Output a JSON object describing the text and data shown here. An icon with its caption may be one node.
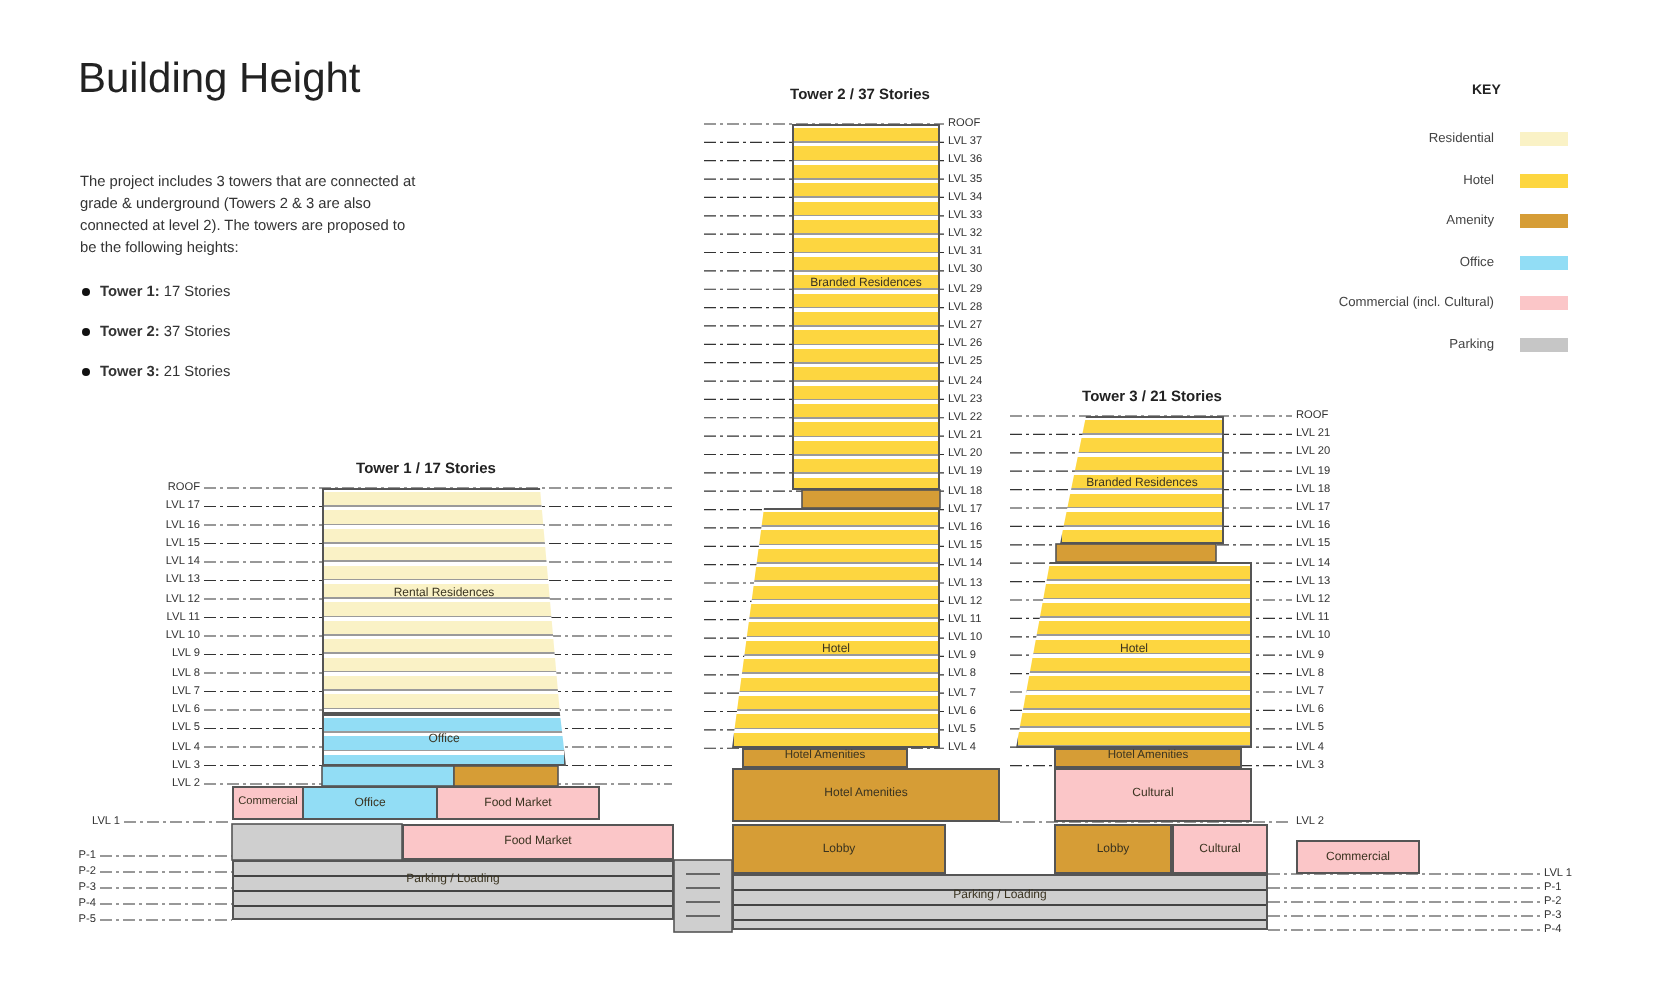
{
  "diagram": {
    "title": "Building Height",
    "nodes": [
      {
        "text": [
          "Rental Residences"
        ]
      },
      {
        "text": [
          "Office"
        ]
      },
      {
        "text": [
          "Commercial"
        ]
      },
      {
        "text": [
          "Office"
        ]
      },
      {
        "text": [
          "Food Market"
        ]
      },
      {
        "text": [
          "Food Market"
        ]
      },
      {
        "text": [
          "Parking / Loading"
        ]
      },
      {
        "text": [
          "Branded Residences"
        ]
      },
      {
        "text": [
          "Hotel"
        ]
      },
      {
        "text": [
          "Hotel Amenities"
        ]
      },
      {
        "text": [
          "Hotel Amenities"
        ]
      },
      {
        "text": [
          "Lobby"
        ]
      },
      {
        "text": [
          "Parking / Loading"
        ]
      },
      {
        "text": [
          "Branded Residences"
        ]
      },
      {
        "text": [
          "Hotel"
        ]
      },
      {
        "text": [
          "Hotel Amenities"
        ]
      },
      {
        "text": [
          "Cultural"
        ]
      },
      {
        "text": [
          "Lobby"
        ]
      },
      {
        "text": [
          "Cultural"
        ]
      },
      {
        "text": [
          "Commercial"
        ]
      }
    ],
    "labels": [
      "The project includes 3 towers that are connected at grade & underground (Towers 2 & 3 are also connected at level 2). The towers are proposed to be the following heights:",
      "**Tower 1:** 17 Stories",
      "**Tower 2:** 37 Stories",
      "**Tower 3:** 21 Stories",
      "Tower 1 / 17 Stories",
      "ROOF",
      "LVL 17",
      "LVL 16",
      "LVL 15",
      "LVL 14",
      "LVL 13",
      "LVL 12",
      "LVL 11",
      "LVL 10",
      "LVL 9",
      "LVL 8",
      "LVL 7",
      "LVL 6",
      "LVL 5",
      "LVL 4",
      "LVL 3",
      "LVL 2",
      "LVL 1",
      "P-1",
      "P-2",
      "P-3",
      "P-4",
      "P-5",
      "Tower 2 / 37 Stories",
      "ROOF",
      "LVL 37",
      "LVL 36",
      "LVL 35",
      "LVL 34",
      "LVL 33",
      "LVL 32",
      "LVL 31",
      "LVL 30",
      "LVL 29",
      "LVL 28",
      "LVL 27",
      "LVL 26",
      "LVL 25",
      "LVL 24",
      "LVL 23",
      "LVL 22",
      "LVL 21",
      "LVL 20",
      "LVL 19",
      "LVL 18",
      "LVL 17",
      "LVL 16",
      "LVL 15",
      "LVL 14",
      "LVL 13",
      "LVL 12",
      "LVL 11",
      "LVL 10",
      "LVL 9",
      "LVL 8",
      "LVL 7",
      "LVL 6",
      "LVL 5",
      "LVL 4",
      "Tower 3 / 21 Stories",
      "ROOF",
      "LVL 21",
      "LVL 20",
      "LVL 19",
      "LVL 18",
      "LVL 17",
      "LVL 16",
      "LVL 15",
      "LVL 14",
      "LVL 13",
      "LVL 12",
      "LVL 11",
      "LVL 10",
      "LVL 9",
      "LVL 8",
      "LVL 7",
      "LVL 6",
      "LVL 5",
      "LVL 4",
      "LVL 3",
      "LVL 2",
      "LVL 1",
      "P-1",
      "P-2",
      "P-3",
      "P-4",
      "KEY"
    ],
    "legend": [
      {
        "text": "Residential",
        "color": "#faf2c6"
      },
      {
        "text": "Hotel",
        "color": "#fdd640"
      },
      {
        "text": "Amenity",
        "color": "#d69d36"
      },
      {
        "text": "Office",
        "color": "#92ddf5"
      },
      {
        "text": "Commercial (incl. Cultural)",
        "color": "#fbc6c8"
      },
      {
        "text": "Parking",
        "color": "#c6c6c6"
      }
    ]
  }
}
